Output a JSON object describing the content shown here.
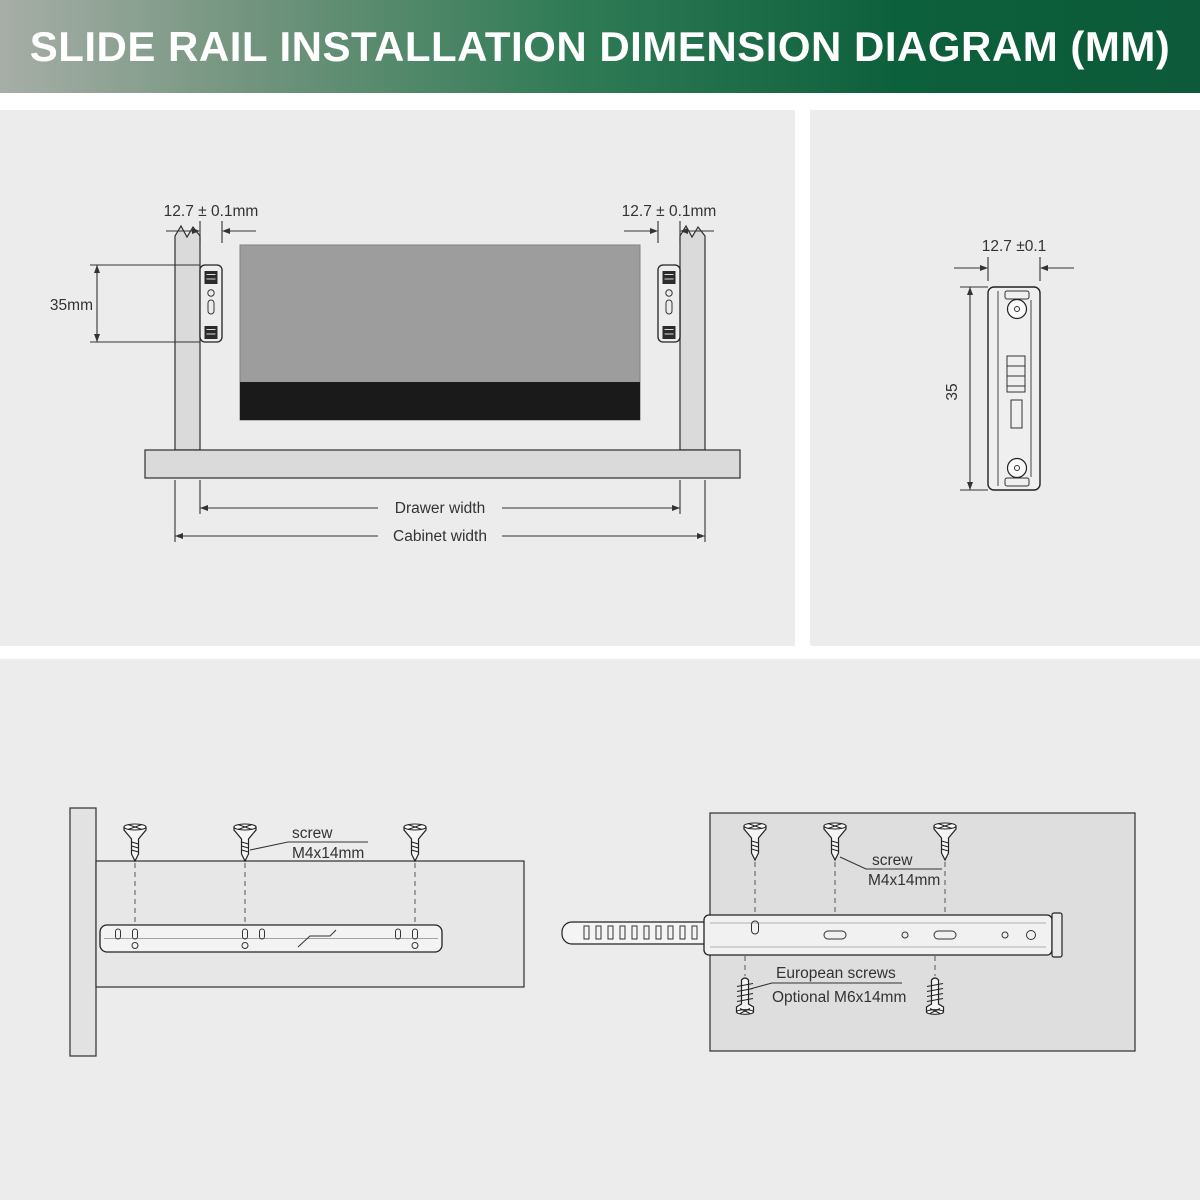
{
  "header": {
    "title": "SLIDE RAIL INSTALLATION DIMENSION DIAGRAM (MM)"
  },
  "front_view": {
    "left_gap": "12.7 ± 0.1mm",
    "right_gap": "12.7 ± 0.1mm",
    "rail_height": "35mm",
    "drawer_width_label": "Drawer width",
    "cabinet_width_label": "Cabinet width"
  },
  "profile_view": {
    "width_dim": "12.7 ±0.1",
    "height_dim": "35"
  },
  "cabinet_mount": {
    "screw_label": "screw",
    "screw_spec": "M4x14mm"
  },
  "drawer_mount": {
    "screw_label": "screw",
    "screw_spec": "M4x14mm",
    "euro_label": "European screws",
    "euro_spec": "Optional M6x14mm"
  },
  "colors": {
    "banner_green_dark": "#0c5a39",
    "banner_gray": "#a7aea7",
    "panel_bg": "#ececec",
    "drawer_fill": "#9d9d9d",
    "drawer_dark_strip": "#1a1a1a",
    "wood_fill": "#dadada",
    "line": "#333333"
  }
}
